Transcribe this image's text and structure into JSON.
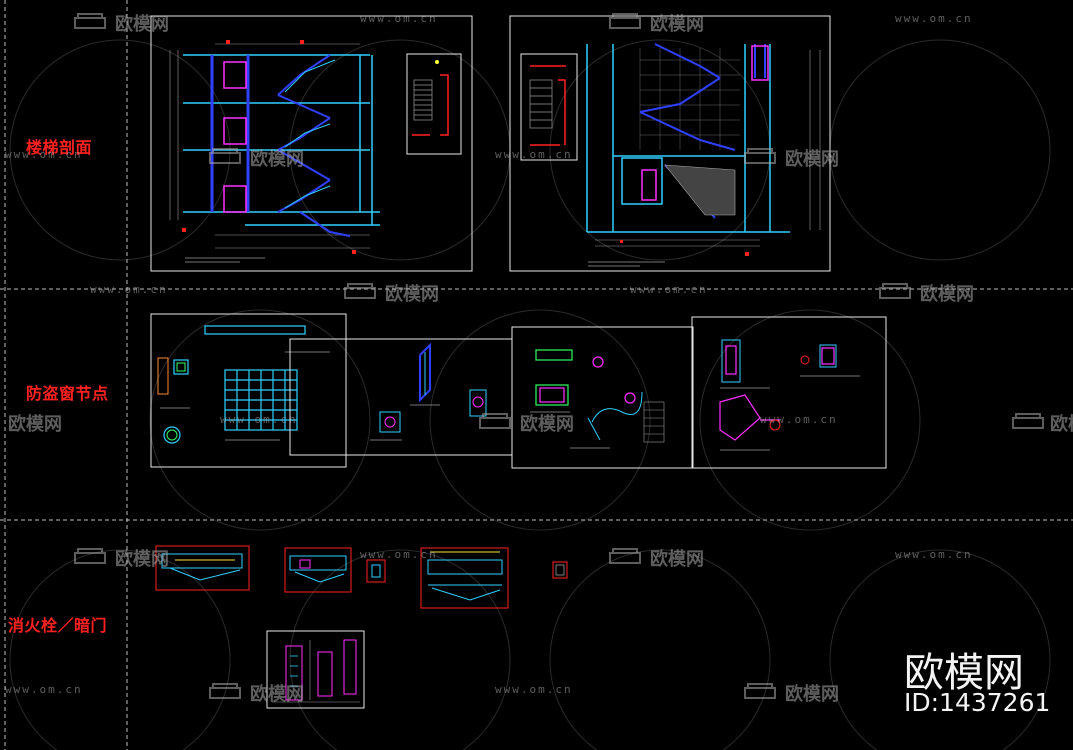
{
  "row_labels": {
    "stair_section": "楼梯剖面",
    "antitheft_window": "防盗窗节点",
    "hydrant_door": "消火栓／暗门"
  },
  "watermark": {
    "text": "欧模网",
    "url": "www.om.cn",
    "brand": "欧模网",
    "id": "ID:1437261"
  },
  "colors": {
    "background": "#000000",
    "label_red": "#ff2020",
    "cad_blue": "#3040ff",
    "cad_cyan": "#30d0ff",
    "cad_magenta": "#ff30ff",
    "cad_red": "#ff2020",
    "cad_green": "#30ff60",
    "cad_white": "#e8e8e8",
    "cad_gray": "#9a9a9a"
  }
}
